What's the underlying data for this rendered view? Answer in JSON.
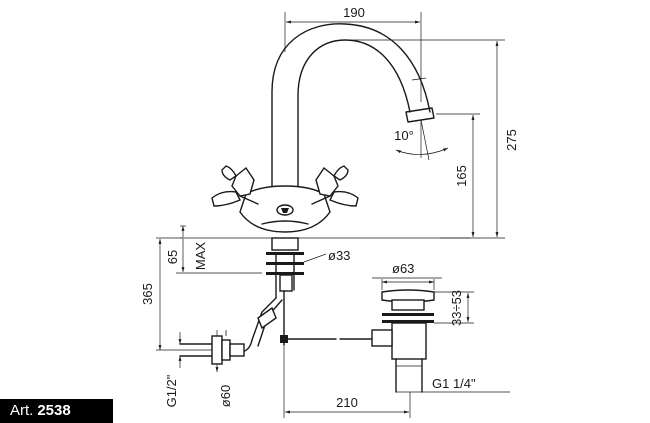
{
  "dimensions": {
    "spout_reach": "190",
    "angle": "10°",
    "height_total": "275",
    "spout_height": "165",
    "max_thickness": "65",
    "max_label": "MAX",
    "shank_diameter": "ø33",
    "length": "365",
    "waste_diameter": "ø63",
    "waste_range": "33÷53",
    "waste_thread": "G1 1/4\"",
    "distance": "210",
    "inlet_thread": "G1/2\"",
    "inlet_diameter": "ø60"
  },
  "article": {
    "prefix": "Art.",
    "number": "2538"
  }
}
